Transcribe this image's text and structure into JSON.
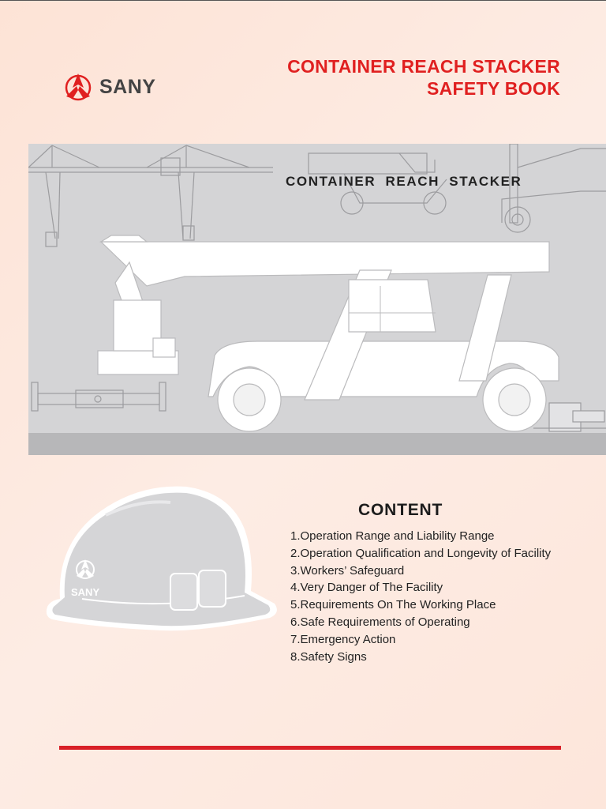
{
  "brand": {
    "name": "SANY",
    "color": "#e02020"
  },
  "title": {
    "line1": "CONTAINER REACH STACKER",
    "line2": "SAFETY BOOK"
  },
  "hero": {
    "label": "CONTAINER  REACH  STACKER"
  },
  "helmet": {
    "brand": "SANY"
  },
  "content": {
    "title": "CONTENT",
    "items": [
      "1.Operation Range and Liability Range",
      "2.Operation Qualification and Longevity of Facility",
      "3.Workers’ Safeguard",
      "4.Very Danger of The Facility",
      "5.Requirements On The Working Place",
      "6.Safe Requirements of Operating",
      "7.Emergency Action",
      "8.Safety Signs"
    ]
  },
  "colors": {
    "accent": "#d92027",
    "background": "#fde6db",
    "hero": "#d4d4d6"
  }
}
